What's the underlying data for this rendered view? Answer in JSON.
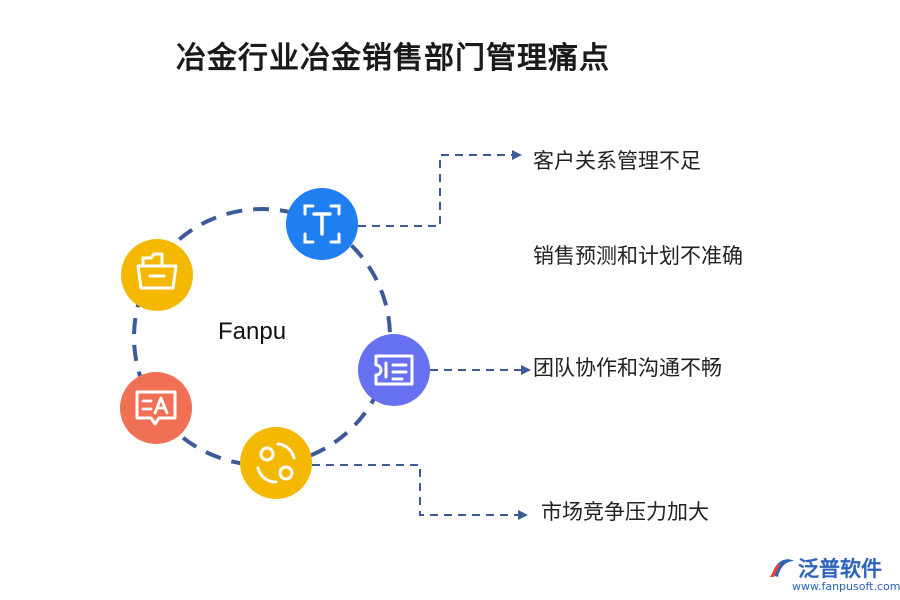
{
  "title": "冶金行业冶金销售部门管理痛点",
  "center_label": "Fanpu",
  "items": [
    {
      "label": "客户关系管理不足"
    },
    {
      "label": "销售预测和计划不准确"
    },
    {
      "label": "团队协作和沟通不畅"
    },
    {
      "label": "市场竞争压力加大"
    }
  ],
  "icons": [
    {
      "name": "text-recognition-icon",
      "color": "#1f7ef0"
    },
    {
      "name": "folder-icon",
      "color": "#f5b800"
    },
    {
      "name": "ticket-list-icon",
      "color": "#6670f0"
    },
    {
      "name": "translate-chat-icon",
      "color": "#f07055"
    },
    {
      "name": "swap-circle-icon",
      "color": "#f5b800"
    }
  ],
  "colors": {
    "ring": "#3d5a99",
    "connector": "#3d5a99"
  },
  "logo": {
    "name": "泛普软件",
    "url": "www.fanpusoft.com"
  }
}
